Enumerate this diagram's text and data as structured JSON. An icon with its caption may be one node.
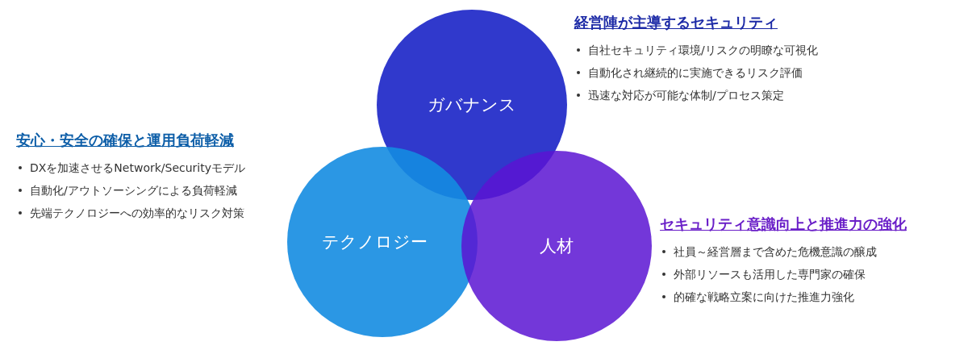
{
  "diagram": {
    "nodes": [
      {
        "text": [
          "ガバナンス"
        ],
        "beside": [
          "経営陣が主導するセキュリティ",
          "自社セキュリティ環境/リスクの明瞭な可視化",
          "自動化され継続的に実施できるリスク評価",
          "迅速な対応が可能な体制/プロセス策定"
        ]
      },
      {
        "text": [
          "テクノロジー"
        ],
        "beside": [
          "安心・安全の確保と運用負荷軽減",
          "DXを加速させるNetwork/Securityモデル",
          "自動化/アウトソーシングによる負荷軽減",
          "先端テクノロジーへの効率的なリスク対策"
        ]
      },
      {
        "text": [
          "人材"
        ],
        "beside": [
          "セキュリティ意識向上と推進力の強化",
          "社員～経営層まで含めた危機意識の醸成",
          "外部リソースも活用した専門家の確保",
          "的確な戦略立案に向けた推進力強化"
        ]
      }
    ]
  }
}
